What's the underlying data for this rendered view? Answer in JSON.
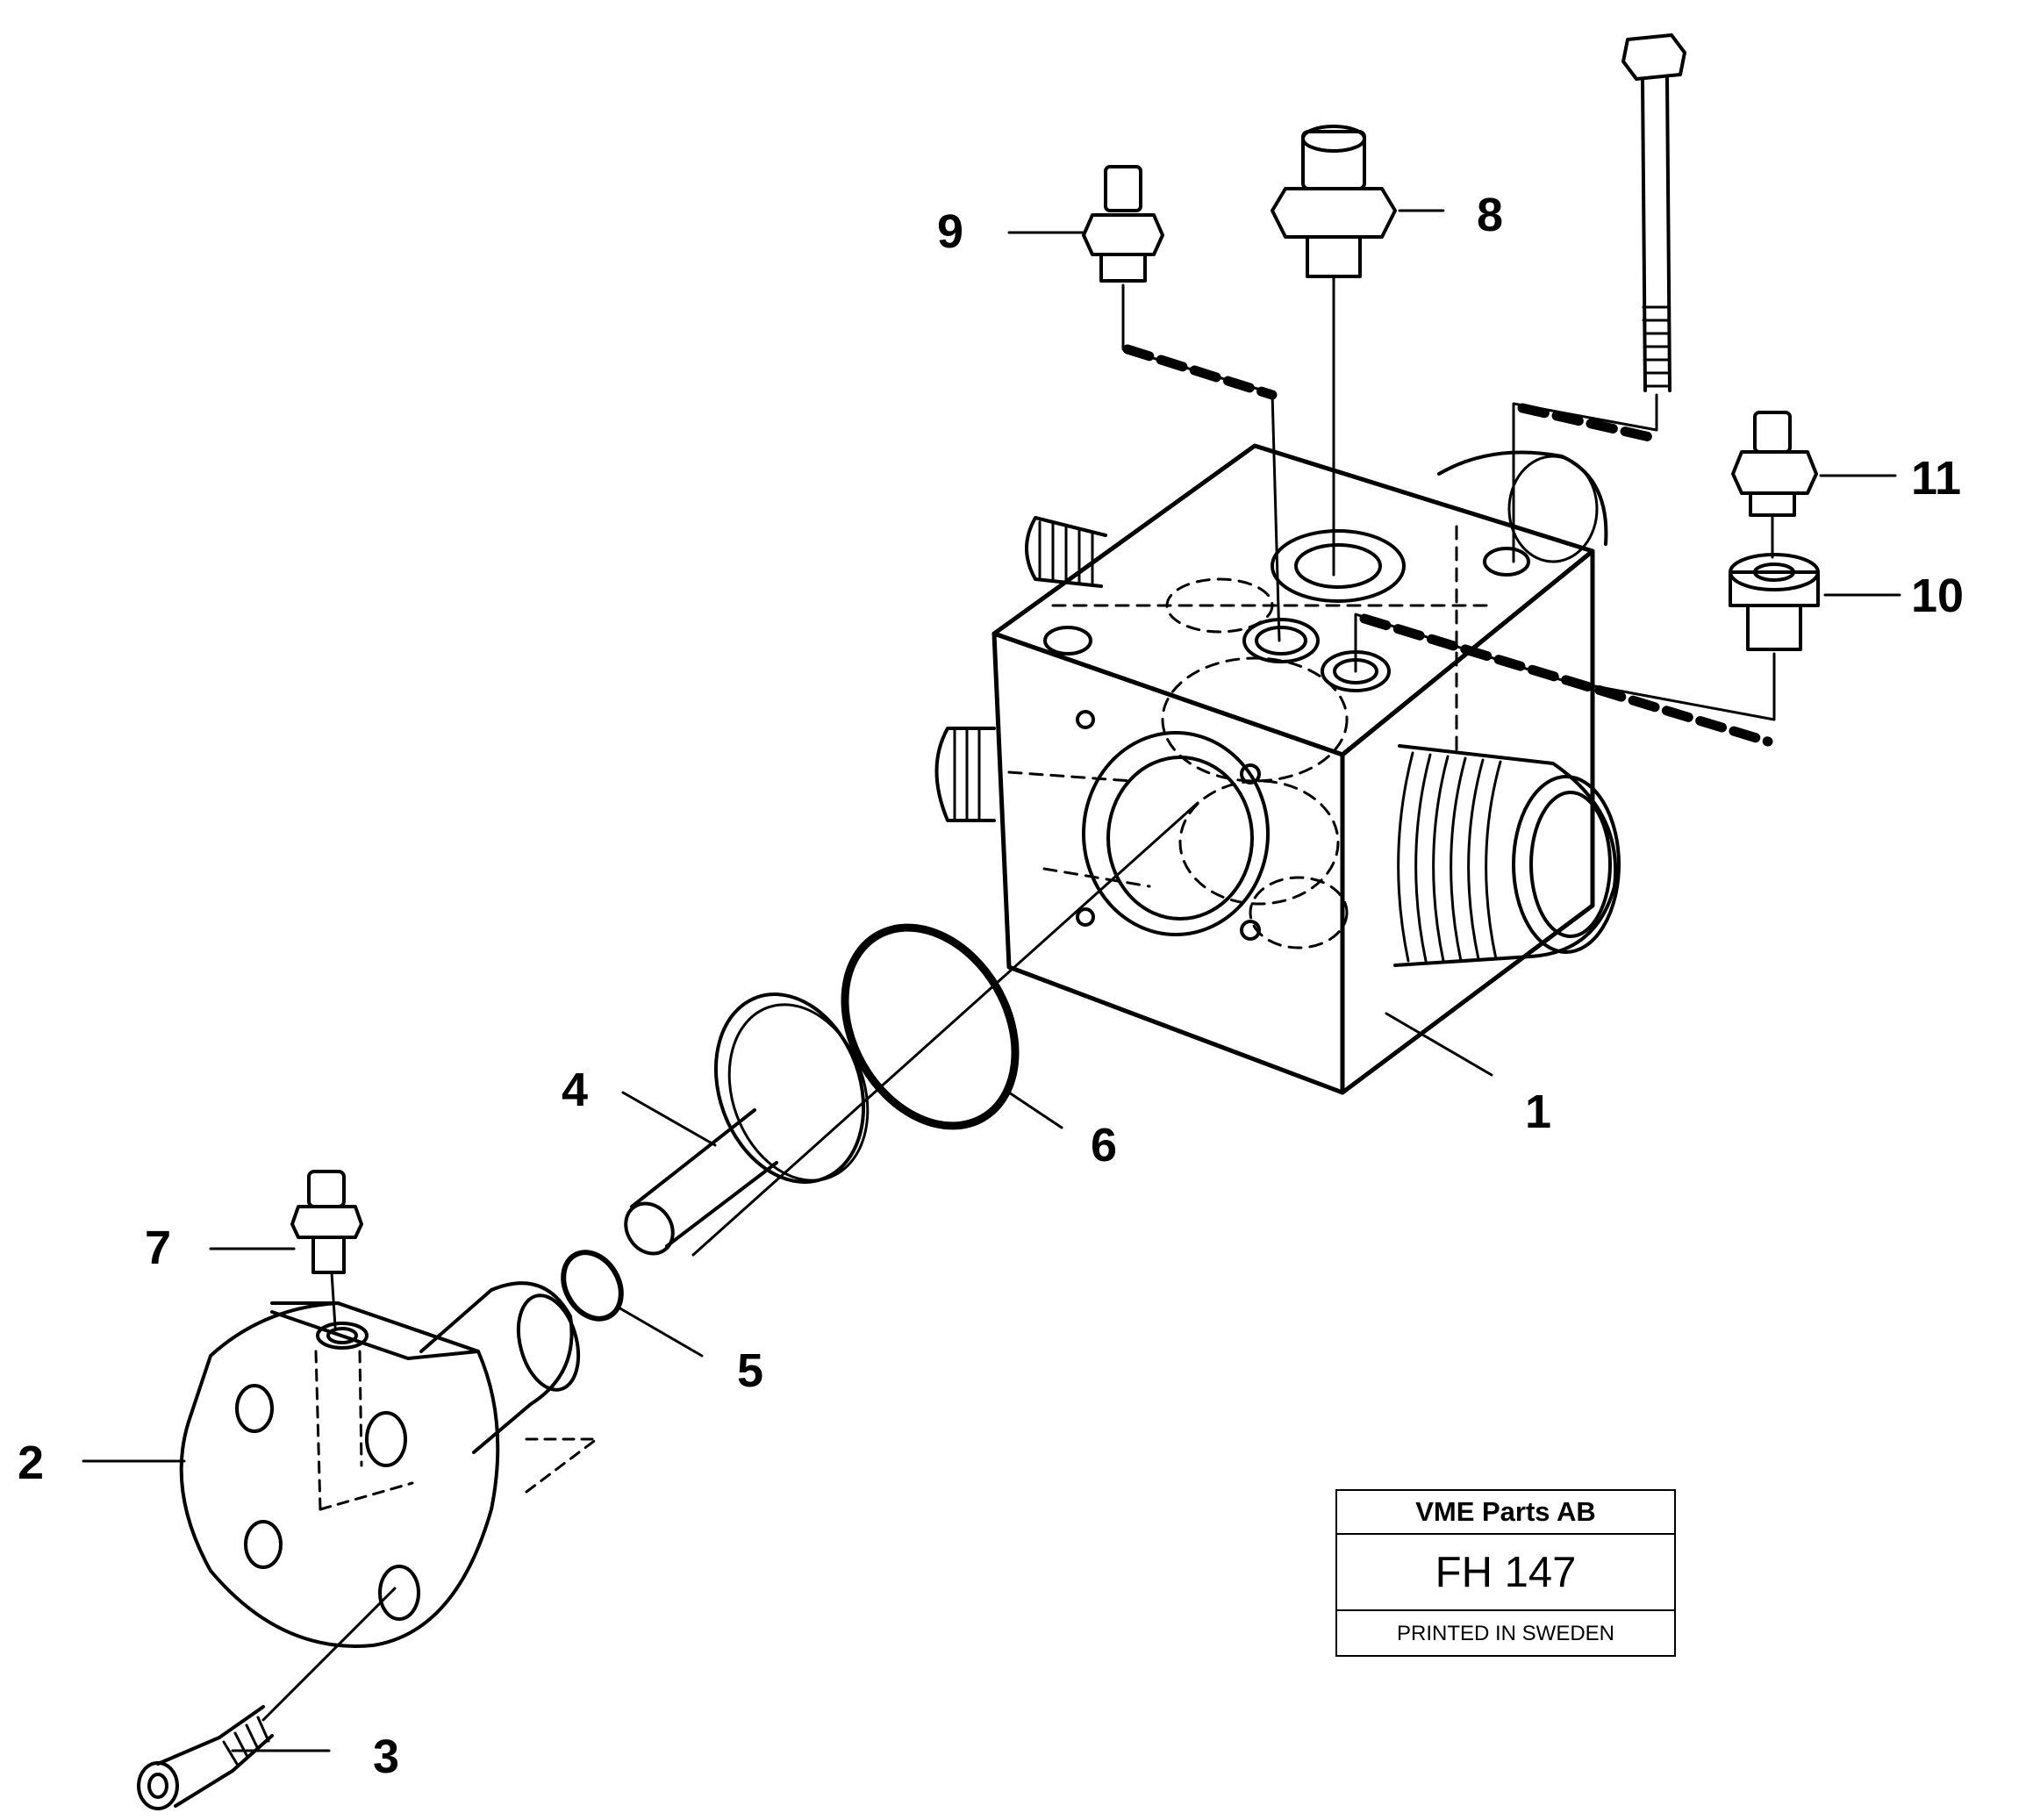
{
  "callouts": {
    "c1": "1",
    "c2": "2",
    "c3": "3",
    "c4": "4",
    "c5": "5",
    "c6": "6",
    "c7": "7",
    "c8": "8",
    "c9": "9",
    "c10": "10",
    "c11": "11"
  },
  "title_block": {
    "company": "VME Parts AB",
    "code": "FH 147",
    "printed": "PRINTED IN SWEDEN"
  }
}
